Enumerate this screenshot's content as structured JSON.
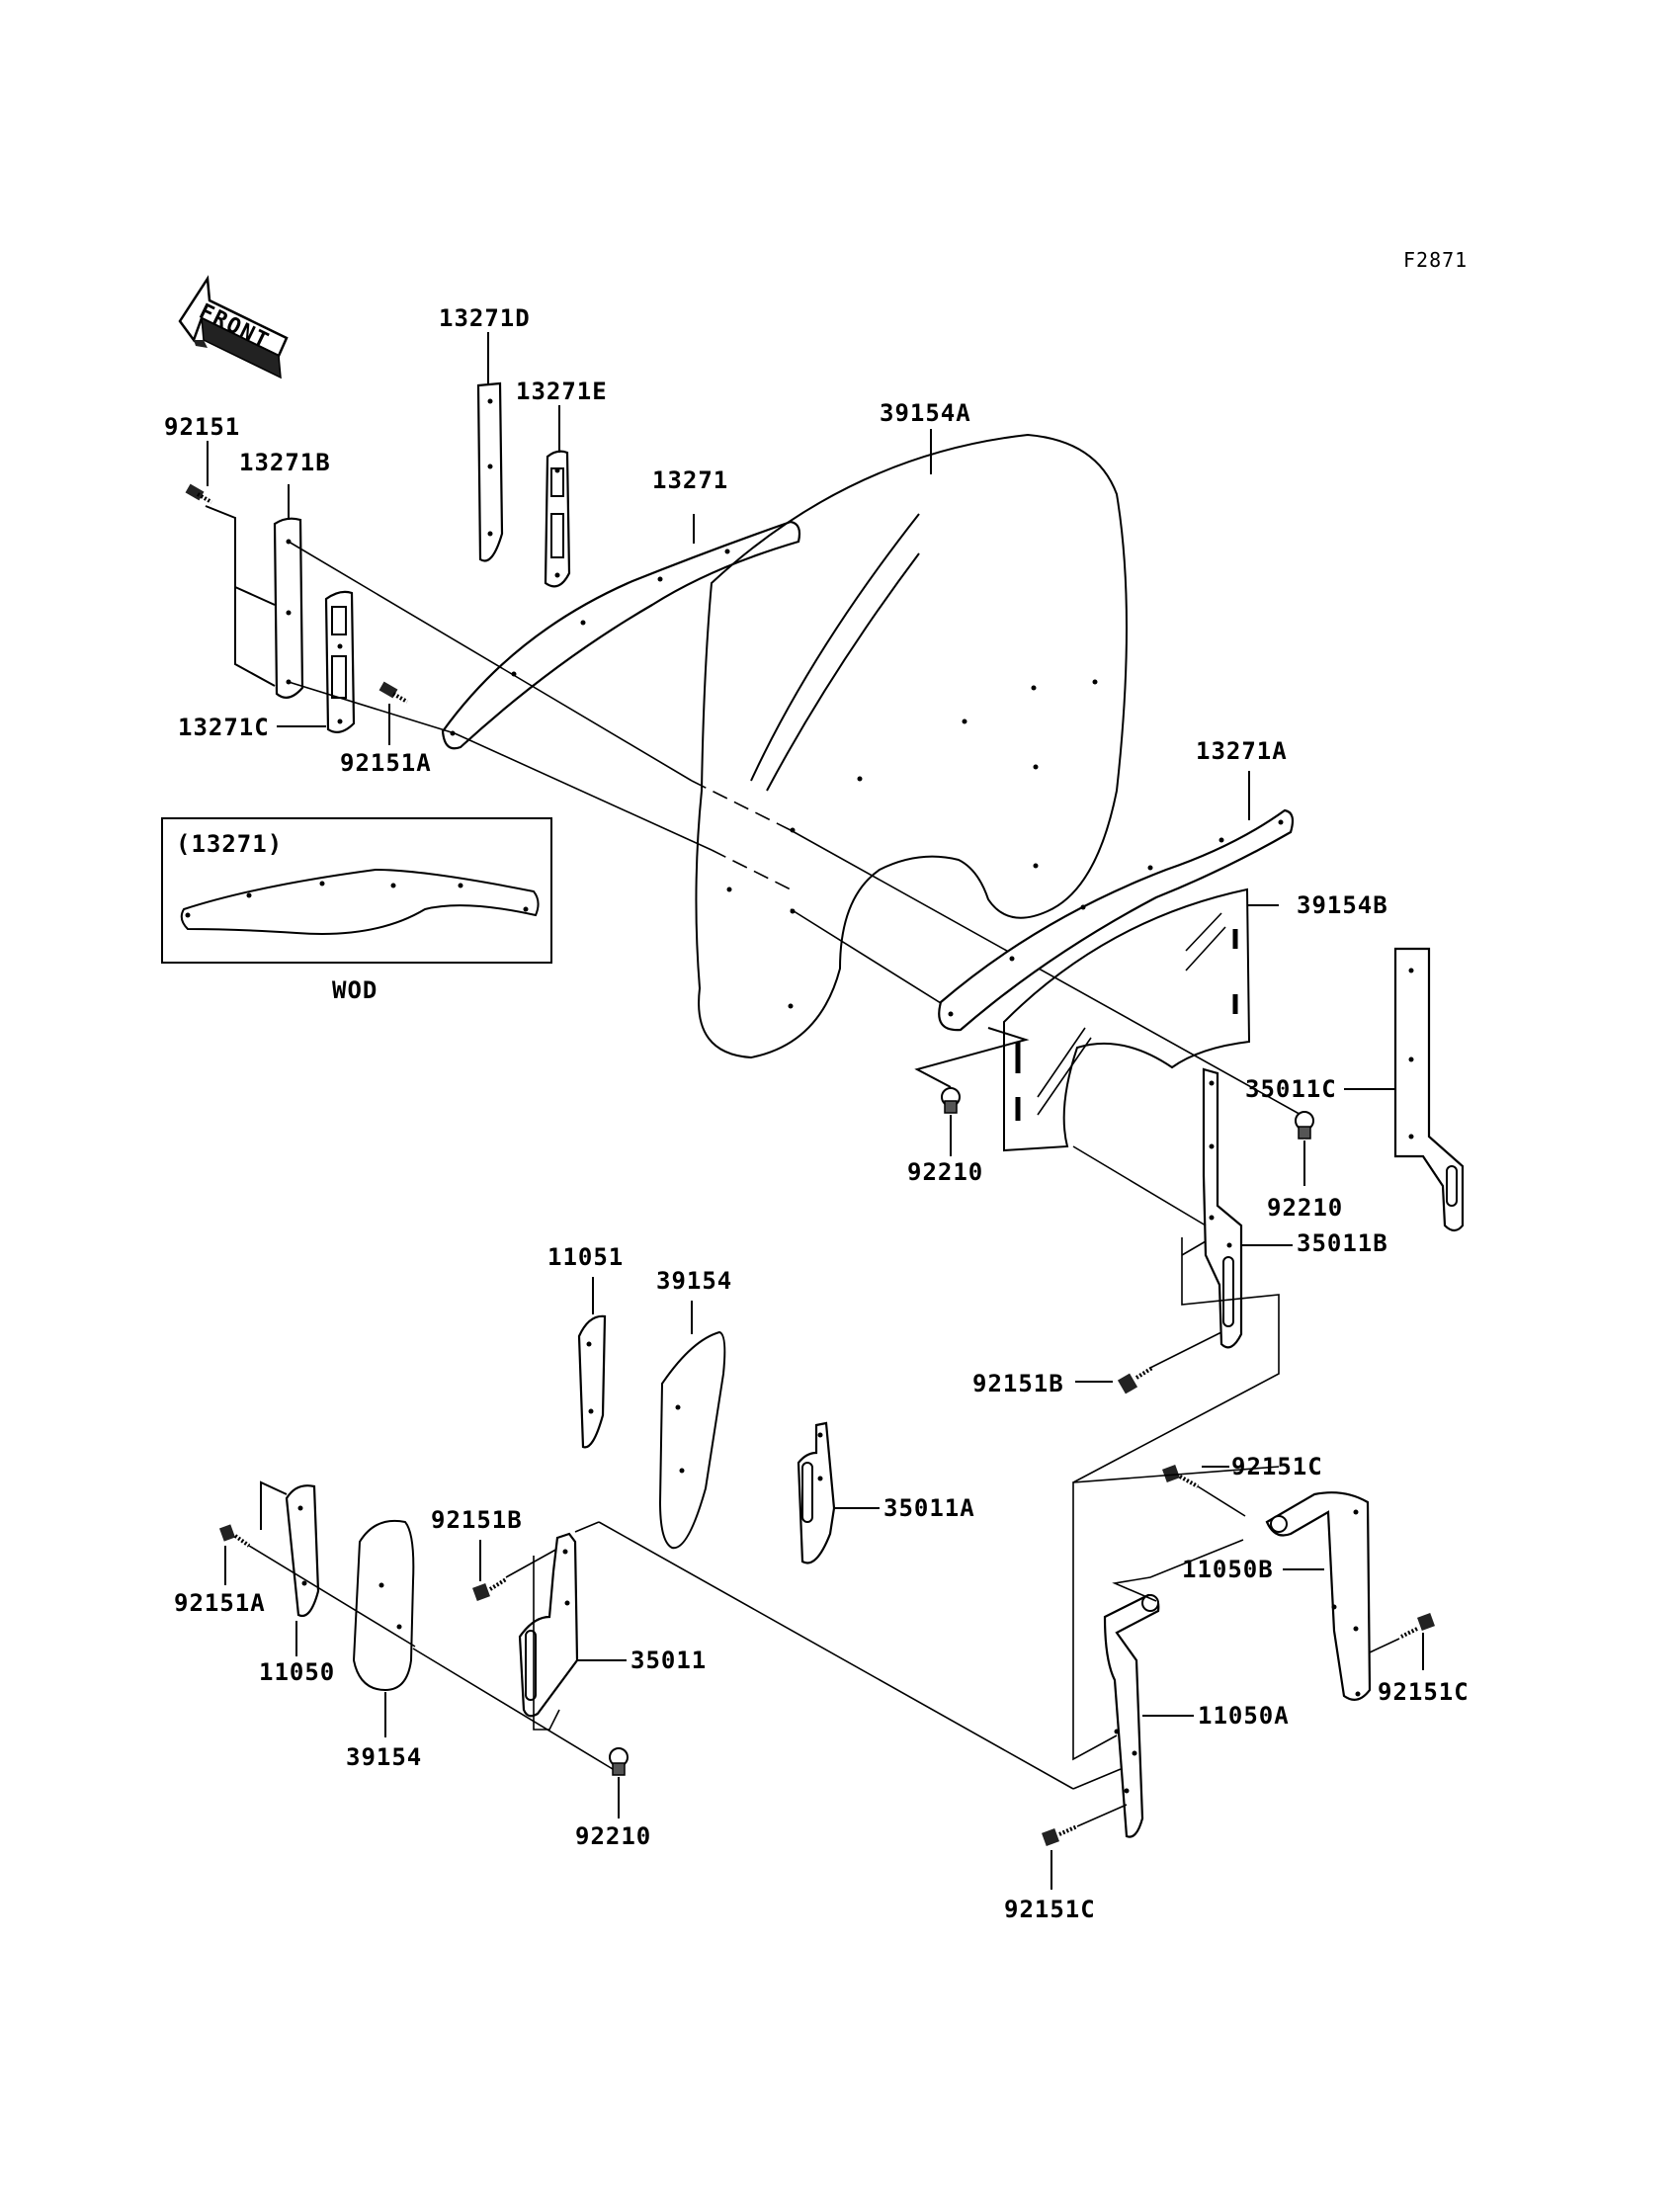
{
  "figure_ref": "F2871",
  "front_marker": "FRONT",
  "inset": {
    "caption": "(13271)",
    "model_note": "WOD"
  },
  "labels": {
    "l_13271D": "13271D",
    "l_13271E": "13271E",
    "l_39154A": "39154A",
    "l_92151": "92151",
    "l_13271B": "13271B",
    "l_13271": "13271",
    "l_13271C": "13271C",
    "l_92151A_top": "92151A",
    "l_13271A": "13271A",
    "l_39154B": "39154B",
    "l_35011C": "35011C",
    "l_92210_mid": "92210",
    "l_92210_right": "92210",
    "l_35011B": "35011B",
    "l_92151B_right": "92151B",
    "l_11051": "11051",
    "l_39154_upper": "39154",
    "l_35011A": "35011A",
    "l_92151C_top": "92151C",
    "l_11050B": "11050B",
    "l_92151B_left": "92151B",
    "l_92151A_left": "92151A",
    "l_35011": "35011",
    "l_11050": "11050",
    "l_39154_lower": "39154",
    "l_92151C_right": "92151C",
    "l_11050A": "11050A",
    "l_92210_bottom": "92210",
    "l_92151C_bottom": "92151C"
  }
}
